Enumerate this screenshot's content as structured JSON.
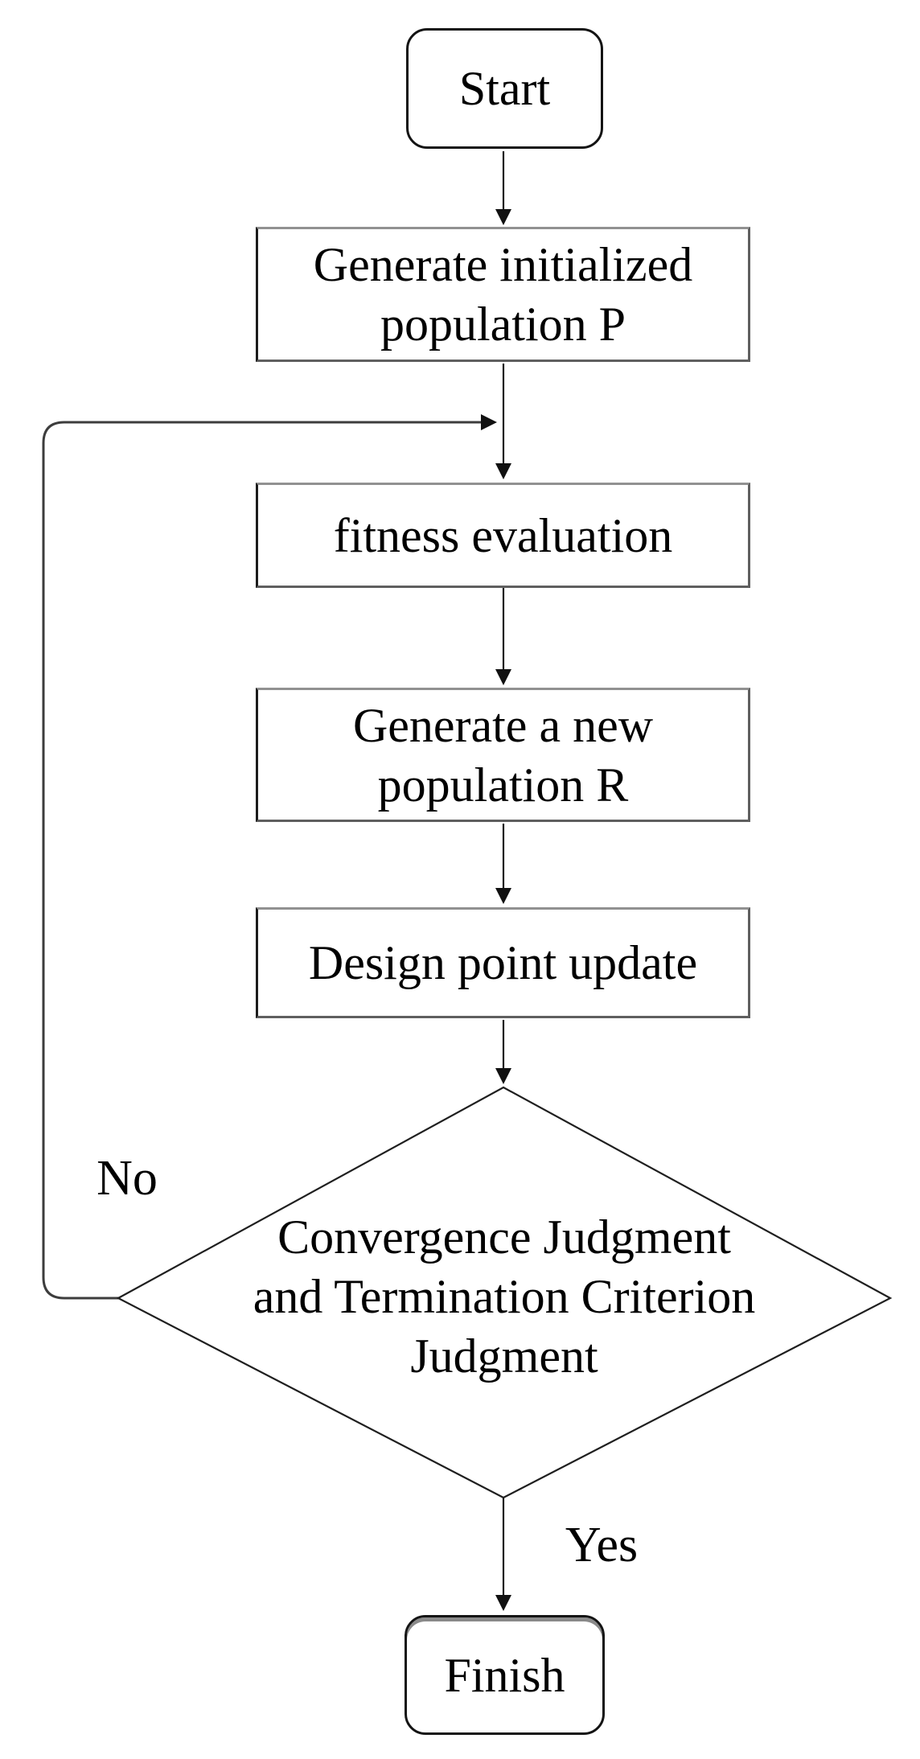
{
  "flowchart": {
    "nodes": {
      "start": {
        "type": "terminator",
        "label": "Start"
      },
      "init_population": {
        "type": "process",
        "label": "Generate initialized\npopulation P"
      },
      "fitness_evaluation": {
        "type": "process",
        "label": "fitness evaluation"
      },
      "new_population": {
        "type": "process",
        "label": "Generate a new\npopulation R"
      },
      "design_point_update": {
        "type": "process",
        "label": "Design point update"
      },
      "decision": {
        "type": "decision",
        "label": "Convergence Judgment\nand Termination Criterion\nJudgment"
      },
      "finish": {
        "type": "terminator",
        "label": "Finish"
      }
    },
    "edge_labels": {
      "no": "No",
      "yes": "Yes"
    },
    "colors": {
      "background": "#ffffff",
      "text": "#000000",
      "connector": "#1a1a1a",
      "process_border": "#5f5f5f",
      "terminator_border": "#141414"
    }
  }
}
